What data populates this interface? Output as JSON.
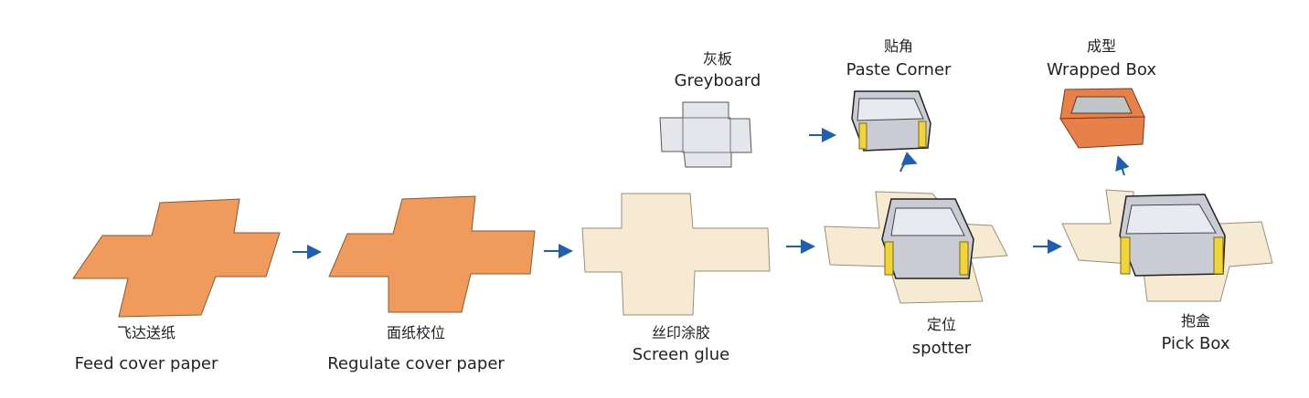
{
  "colors": {
    "orange": "#f09a5c",
    "cream": "#f7ead3",
    "grey": "#e4e6ec",
    "box": "#b9bcc6",
    "tape": "#f0d43a",
    "wrapped": "#e8804a",
    "arrow": "#1f5fb0"
  },
  "steps": [
    {
      "zh": "飞达送纸",
      "en": "Feed cover paper"
    },
    {
      "zh": "面纸校位",
      "en": "Regulate cover paper"
    },
    {
      "zh": "丝印涂胶",
      "en": "Screen glue"
    },
    {
      "zh": "定位",
      "en": "spotter"
    },
    {
      "zh": "抱盒",
      "en": "Pick Box"
    },
    {
      "zh": "灰板",
      "en": "Greyboard"
    },
    {
      "zh": "贴角",
      "en": "Paste Corner"
    },
    {
      "zh": "成型",
      "en": "Wrapped Box"
    }
  ]
}
